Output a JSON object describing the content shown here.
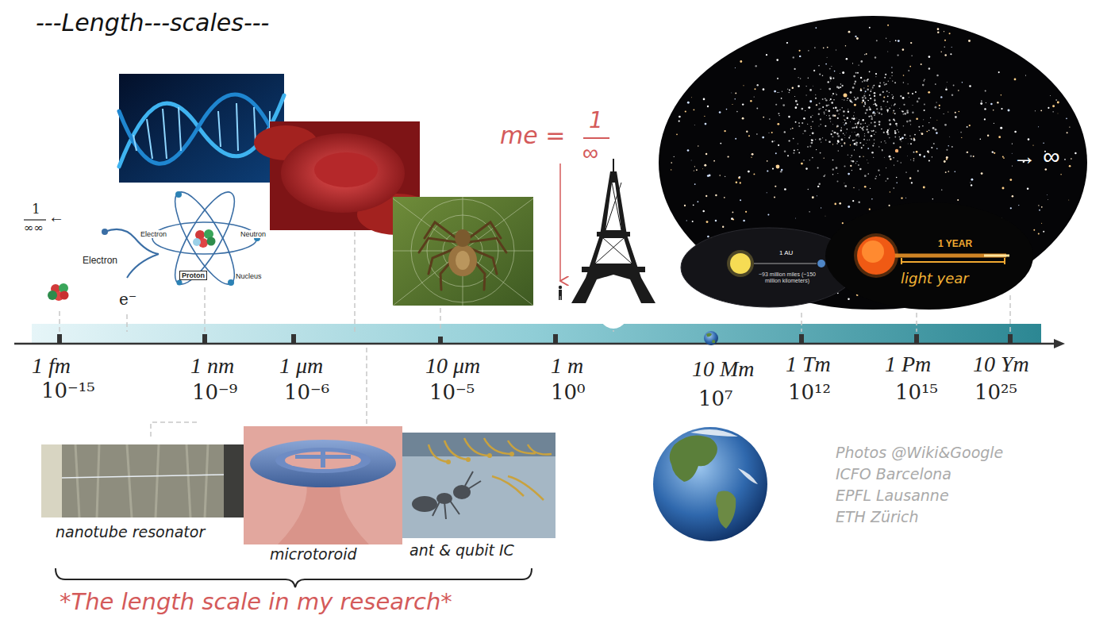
{
  "diagram": {
    "title": "---Length---scales---",
    "nodes": [
      {
        "text": [
          "→ ∞"
        ]
      },
      {
        "text": [
          "1 AU",
          "~93 million miles (~150 million kilometers)"
        ],
        "in": 0
      },
      {
        "text": [
          "1 YEAR",
          "light year"
        ],
        "in": 0
      }
    ],
    "labels": [
      "1",
      "∞∞",
      "←",
      "Electron",
      "e⁻",
      "Electron",
      "Neutron",
      "Proton",
      "Nucleus",
      "me =",
      "1",
      "∞",
      "1 fm",
      "10⁻¹⁵",
      "1 nm",
      "10⁻⁹",
      "1 μm",
      "10⁻⁶",
      "10 μm",
      "10⁻⁵",
      "1 m",
      "10⁰",
      "10 Mm",
      "10⁷",
      "1 Tm",
      "10¹²",
      "1 Pm",
      "10¹⁵",
      "10 Ym",
      "10²⁵",
      "nanotube resonator",
      "microtoroid",
      "ant & qubit IC",
      "*The length scale in my research*",
      "Photos @Wiki&Google",
      "ICFO Barcelona",
      "EPFL Lausanne",
      "ETH Zürich"
    ]
  }
}
